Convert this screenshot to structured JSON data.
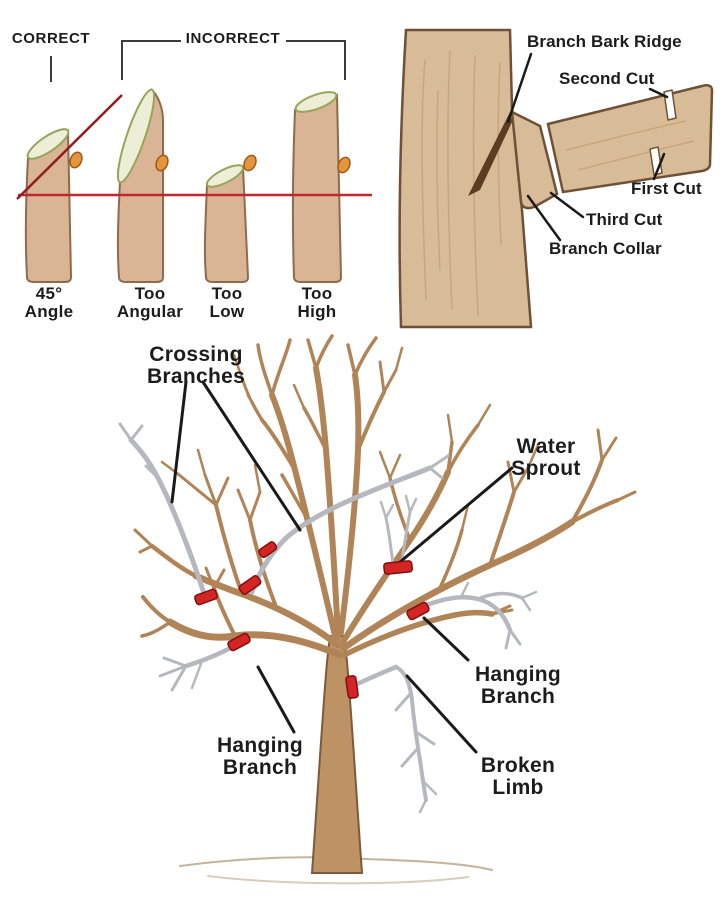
{
  "cuts_panel": {
    "correct_label": "CORRECT",
    "incorrect_label": "INCORRECT",
    "stub_labels": [
      "45°\nAngle",
      "Too\nAngular",
      "Too\nLow",
      "Too\nHigh"
    ]
  },
  "three_cut_panel": {
    "labels": {
      "branch_bark_ridge": "Branch Bark Ridge",
      "second_cut": "Second Cut",
      "first_cut": "First Cut",
      "third_cut": "Third Cut",
      "branch_collar": "Branch Collar"
    }
  },
  "tree_panel": {
    "labels": {
      "crossing_branches": "Crossing\nBranches",
      "water_sprout": "Water\nSprout",
      "hanging_branch_right": "Hanging\nBranch",
      "hanging_branch_left": "Hanging\nBranch",
      "broken_limb": "Broken\nLimb"
    }
  },
  "colors": {
    "background": "#ffffff",
    "text": "#1c1c1c",
    "wood_fill": "#d9b596",
    "wood_outline": "#8f6b4e",
    "cut_face": "#edeed6",
    "cut_face_outline": "#99a35c",
    "bud_orange": "#e6953f",
    "red_line": "#c1272d",
    "red_diagonal": "#8f1d1d",
    "pruning_mark_red": "#d42424",
    "tree_brown": "#b08457",
    "dead_gray": "#b5b9bf",
    "ground": "#c4b49c"
  }
}
